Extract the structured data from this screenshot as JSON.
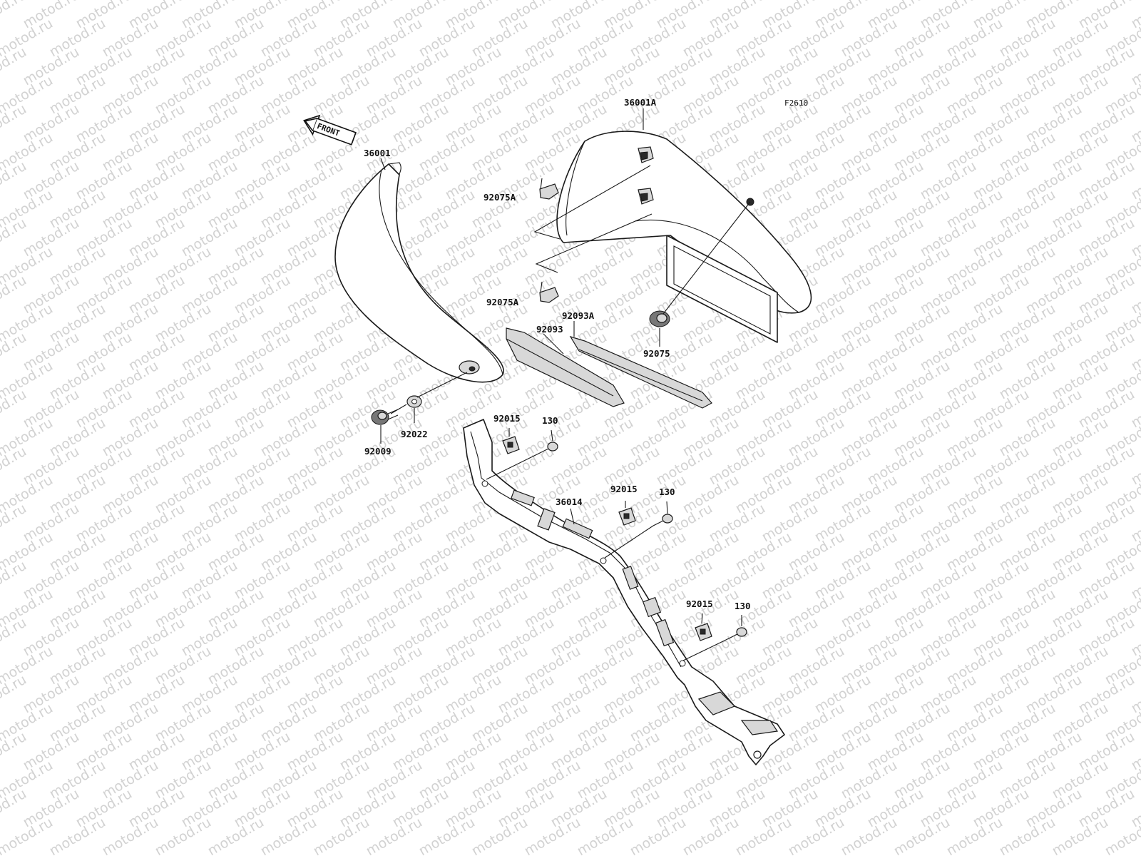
{
  "watermark": {
    "text": "motod.ru"
  },
  "sheet": {
    "code": "F2610"
  },
  "front_arrow": {
    "label": "FRONT"
  },
  "parts": {
    "side_cover_left": "36001",
    "side_cover_right": "36001A",
    "damper_a1": "92075A",
    "damper_a2": "92075A",
    "damper_grommet": "92075",
    "pad": "92093",
    "pad_a": "92093A",
    "washer": "92022",
    "bolt_cover": "92009",
    "bracket": "36014",
    "nut_1": "92015",
    "nut_2": "92015",
    "nut_3": "92015",
    "screw_1": "130",
    "screw_2": "130",
    "screw_3": "130"
  }
}
